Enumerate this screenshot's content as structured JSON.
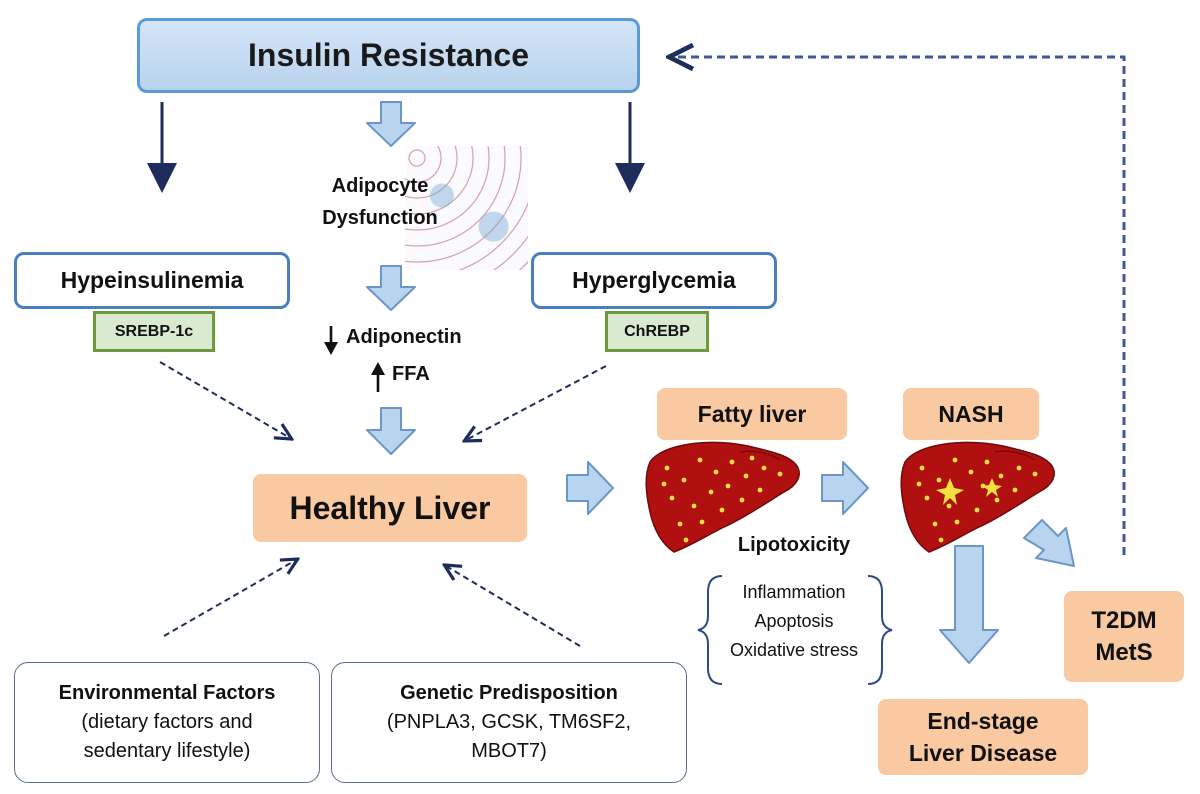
{
  "top": {
    "title": "Insulin Resistance"
  },
  "adipocyte": {
    "line1": "Adipocyte",
    "line2": "Dysfunction"
  },
  "hyperinsulinemia": {
    "label": "Hypeinsulinemia",
    "factor": "SREBP-1c"
  },
  "hyperglycemia": {
    "label": "Hyperglycemia",
    "factor": "ChREBP"
  },
  "adipo_effects": {
    "adiponectin_arrow": "↓",
    "adiponectin": "Adiponectin",
    "ffa_arrow": "↑",
    "ffa": "FFA"
  },
  "healthy_liver": "Healthy Liver",
  "fatty_liver": "Fatty liver",
  "nash": "NASH",
  "lipotoxicity": {
    "title": "Lipotoxicity",
    "items": [
      "Inflammation",
      "Apoptosis",
      "Oxidative stress"
    ]
  },
  "environmental": {
    "title": "Environmental  Factors",
    "line1": "(dietary factors and",
    "line2": "sedentary  lifestyle)"
  },
  "genetic": {
    "title": "Genetic Predisposition",
    "line1": "(PNPLA3, GCSK, TM6SF2,",
    "line2": "MBOT7)"
  },
  "end_stage": {
    "line1": "End-stage",
    "line2": "Liver Disease"
  },
  "t2dm": {
    "line1": "T2DM",
    "line2": "MetS"
  },
  "colors": {
    "blue_fill": "#b8d3ee",
    "blue_border": "#5b9bd5",
    "dark_arrow": "#1f2d5c",
    "green_fill": "#d9ead0",
    "green_border": "#6f9a3c",
    "orange_fill": "#f9c9a1",
    "liver_red": "#b01010",
    "fat_dot": "#f0e040"
  }
}
